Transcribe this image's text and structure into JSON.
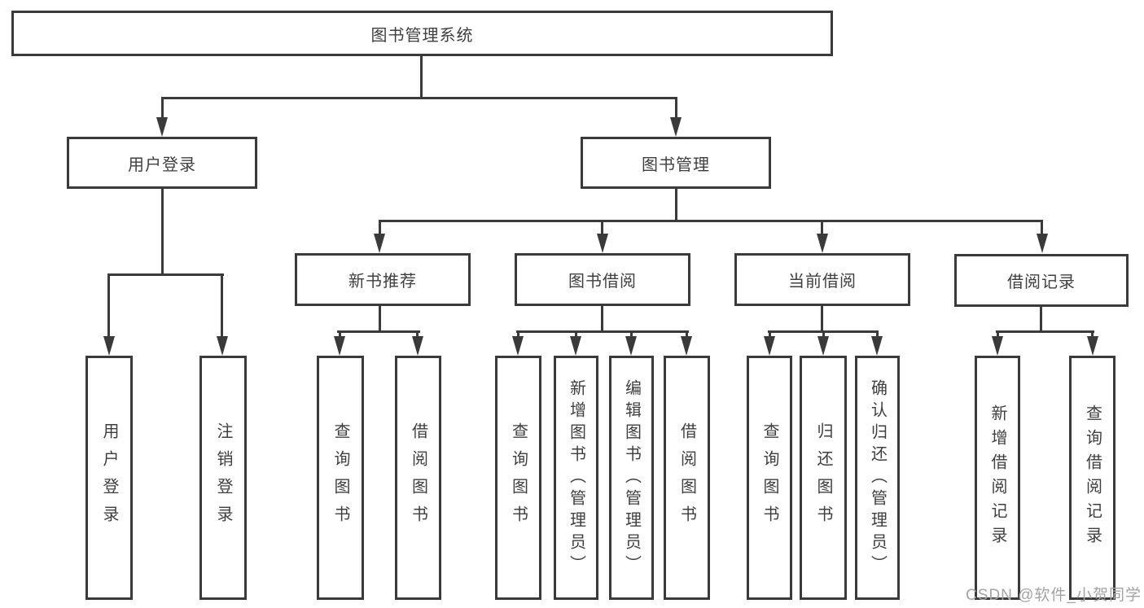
{
  "diagram": {
    "root": {
      "label": "图书管理系统"
    },
    "branches": [
      {
        "label": "用户登录",
        "children": [
          {
            "label": "用户登录"
          },
          {
            "label": "注销登录"
          }
        ]
      },
      {
        "label": "图书管理",
        "children": [
          {
            "label": "新书推荐",
            "children": [
              {
                "label": "查询图书"
              },
              {
                "label": "借阅图书"
              }
            ]
          },
          {
            "label": "图书借阅",
            "children": [
              {
                "label": "查询图书"
              },
              {
                "label": "新增图书（管理员）"
              },
              {
                "label": "编辑图书（管理员）"
              },
              {
                "label": "借阅图书"
              }
            ]
          },
          {
            "label": "当前借阅",
            "children": [
              {
                "label": "查询图书"
              },
              {
                "label": "归还图书"
              },
              {
                "label": "确认归还（管理员）"
              }
            ]
          },
          {
            "label": "借阅记录",
            "children": [
              {
                "label": "新增借阅记录"
              },
              {
                "label": "查询借阅记录"
              }
            ]
          }
        ]
      }
    ]
  },
  "watermark": "CSDN @软件_小贺同学",
  "colors": {
    "line": "#3a3a3a",
    "box_border": "#3a3a3a",
    "text": "#3f3f3f",
    "watermark": "#a3a3a3",
    "background": "#ffffff"
  }
}
